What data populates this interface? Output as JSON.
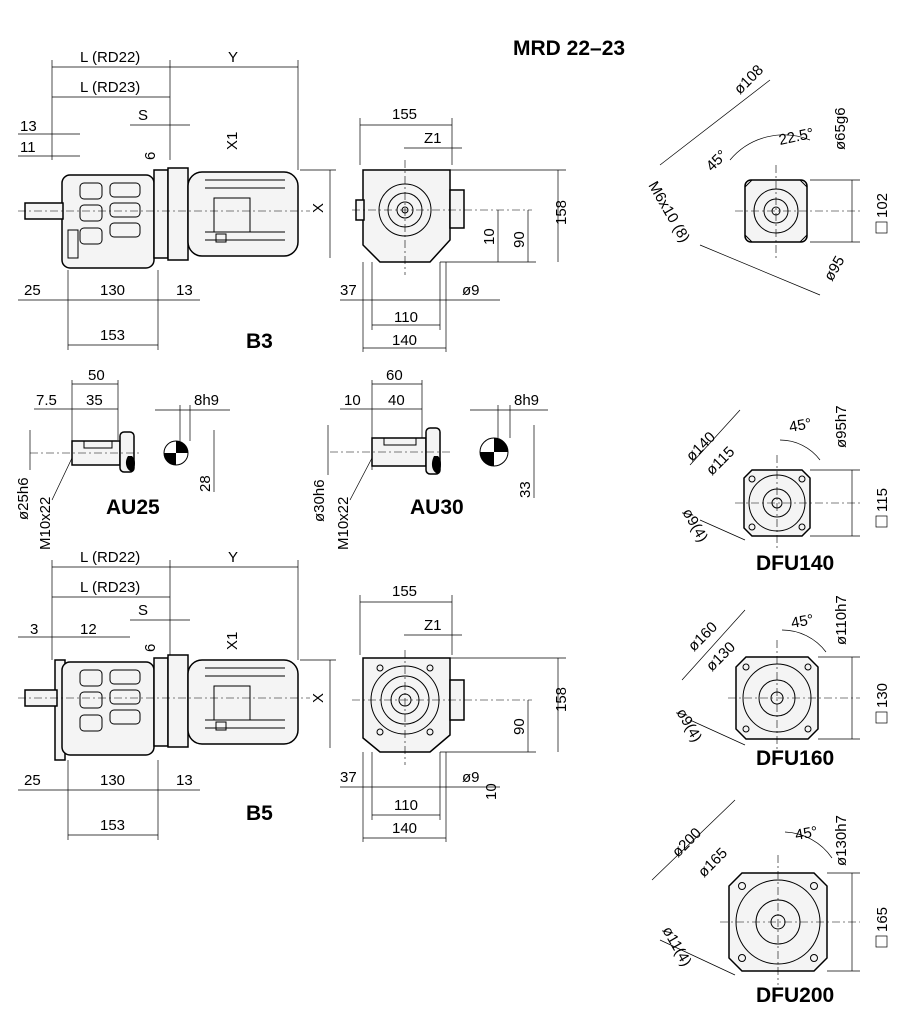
{
  "title": "MRD 22–23",
  "views": {
    "b3": {
      "label": "B3",
      "dims": {
        "l_rd22": "L (RD22)",
        "l_rd23": "L (RD23)",
        "y": "Y",
        "s": "S",
        "x1": "X1",
        "x": "X",
        "d13": "13",
        "d11": "11",
        "d6": "6",
        "d25": "25",
        "d130": "130",
        "d13b": "13",
        "d153": "153"
      }
    },
    "b3_side": {
      "dims": {
        "d155": "155",
        "z1": "Z1",
        "d158": "158",
        "d90": "90",
        "d10": "10",
        "d37": "37",
        "d9": "ø9",
        "d110": "110",
        "d140": "140"
      }
    },
    "au25": {
      "label": "AU25",
      "dims": {
        "d50": "50",
        "d7_5": "7.5",
        "d35": "35",
        "key": "8h9",
        "shaft": "ø25h6",
        "thread": "M10x22",
        "d28": "28"
      }
    },
    "au30": {
      "label": "AU30",
      "dims": {
        "d60": "60",
        "d10": "10",
        "d40": "40",
        "key": "8h9",
        "shaft": "ø30h6",
        "thread": "M10x22",
        "d33": "33"
      }
    },
    "b5": {
      "label": "B5",
      "dims": {
        "l_rd22": "L (RD22)",
        "l_rd23": "L (RD23)",
        "y": "Y",
        "s": "S",
        "x1": "X1",
        "x": "X",
        "d3": "3",
        "d12": "12",
        "d6": "6",
        "d25": "25",
        "d130": "130",
        "d13": "13",
        "d153": "153"
      }
    },
    "b5_side": {
      "dims": {
        "d155": "155",
        "z1": "Z1",
        "d158": "158",
        "d90": "90",
        "d10": "10",
        "d37": "37",
        "d9": "ø9",
        "d110": "110",
        "d140": "140"
      }
    },
    "flange_mrd": {
      "dims": {
        "d108": "ø108",
        "a225": "22.5°",
        "d65": "ø65g6",
        "a45": "45°",
        "thread": "M6x10 (8)",
        "sq102": "102",
        "d95": "ø95"
      }
    },
    "dfu140": {
      "label": "DFU140",
      "dims": {
        "d140": "ø140",
        "d115": "ø115",
        "a45": "45°",
        "d95": "ø95h7",
        "holes": "ø9(4)",
        "sq115": "115"
      }
    },
    "dfu160": {
      "label": "DFU160",
      "dims": {
        "d160": "ø160",
        "d130": "ø130",
        "a45": "45°",
        "d110": "ø110h7",
        "holes": "ø9(4)",
        "sq130": "130"
      }
    },
    "dfu200": {
      "label": "DFU200",
      "dims": {
        "d200": "ø200",
        "d165": "ø165",
        "a45": "45°",
        "d130": "ø130h7",
        "holes": "ø11(4)",
        "sq165": "165"
      }
    }
  }
}
